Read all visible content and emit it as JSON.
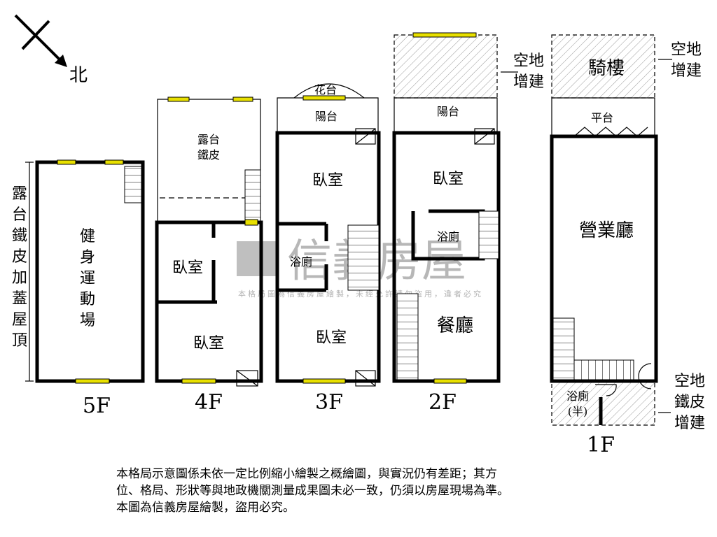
{
  "compass": {
    "north": "北"
  },
  "floors": {
    "f5": {
      "label": "5F",
      "side_label": [
        "露",
        "台",
        "鐵",
        "皮",
        "加",
        "蓋",
        "屋",
        "頂"
      ],
      "room": [
        "健",
        "身",
        "運",
        "動",
        "場"
      ]
    },
    "f4": {
      "label": "4F",
      "terrace": [
        "露台",
        "鐵皮"
      ],
      "room1": "臥室",
      "room2": "臥室"
    },
    "f3": {
      "label": "3F",
      "planter": "花台",
      "balcony": "陽台",
      "room1": "臥室",
      "bath": "浴廁",
      "room2": "臥室"
    },
    "f2": {
      "label": "2F",
      "balcony": "陽台",
      "room1": "臥室",
      "bath": "浴廁",
      "dining": "餐廳",
      "extension": [
        "空地",
        "增建"
      ]
    },
    "f1": {
      "label": "1F",
      "arcade": "騎樓",
      "platform": "平台",
      "business_hall": "營業廳",
      "bath": [
        "浴廁",
        "(半)"
      ],
      "extension_top": [
        "空地",
        "增建"
      ],
      "extension_bottom": [
        "空地",
        "鐵皮",
        "增建"
      ]
    }
  },
  "watermark": {
    "brand": "信義房屋",
    "notice": "本格局圖為信義房屋繪製，未經允許請勿盜用，違者必究"
  },
  "disclaimer": [
    "本格局示意圖係未依一定比例縮小繪製之概繪圖，與實況仍有差距；其方",
    "位、格局、形狀等與地政機關測量成果圖未必一致，仍須以房屋現場為準。",
    "本圖為信義房屋繪製，盜用必究。"
  ],
  "colors": {
    "window": "#e8e000",
    "walls": "#000000"
  }
}
